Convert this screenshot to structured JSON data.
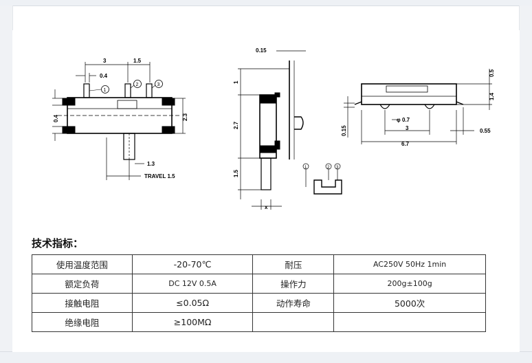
{
  "drawing": {
    "left_view": {
      "dims": {
        "d3": "3",
        "d15": "1.5",
        "d04a": "0.4",
        "d04b": "0.4",
        "d23": "2.3",
        "d13": "1.3",
        "travel": "TRAVEL 1.5"
      },
      "pins": [
        "1",
        "2",
        "3"
      ]
    },
    "middle_view": {
      "dims": {
        "d015": "0.15",
        "d1": "1",
        "d27": "2.7",
        "d15": "1.5",
        "x": "x"
      }
    },
    "pin_diagram": {
      "pins": [
        "1",
        "2",
        "3"
      ]
    },
    "right_view": {
      "dims": {
        "d05": "0.5",
        "d14": "1.4",
        "d015": "0.15",
        "d07": "0.7",
        "phi": "φ",
        "d3": "3",
        "d055": "0.55",
        "d67": "6.7"
      }
    }
  },
  "specs": {
    "title": "技术指标：",
    "rows": [
      [
        "使用温度范围",
        "-20-70℃",
        "耐压",
        "AC250V 50Hz 1min"
      ],
      [
        "额定负荷",
        "DC 12V 0.5A",
        "操作力",
        "200g±100g"
      ],
      [
        "接触电阻",
        "≤0.05Ω",
        "动作寿命",
        "5000次"
      ],
      [
        "绝缘电阻",
        "≥100MΩ",
        "",
        ""
      ]
    ]
  }
}
